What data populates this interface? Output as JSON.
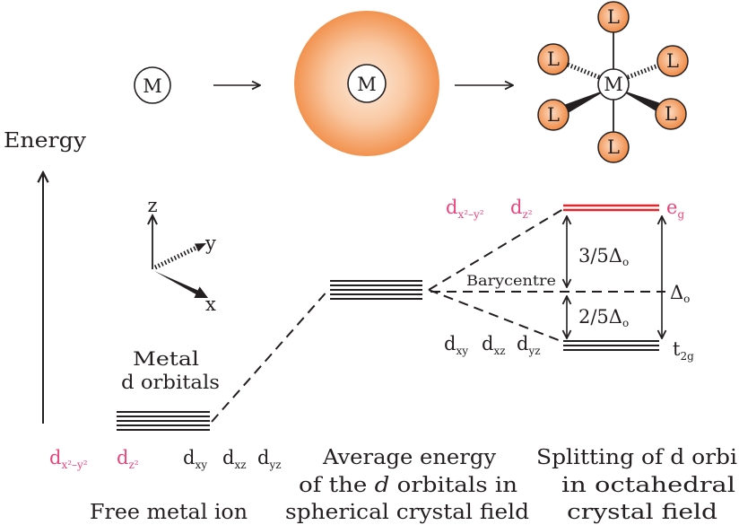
{
  "energy_axis": {
    "label": "Energy"
  },
  "axes": {
    "z": "z",
    "y": "y",
    "x": "x"
  },
  "free_metal_ion": {
    "metal_symbol": "M",
    "level_label": [
      "Metal",
      "d orbitals"
    ],
    "orbitals": [
      {
        "main": "d",
        "sub": "x²–y²"
      },
      {
        "main": "d",
        "sub": "z²"
      },
      {
        "main": "d",
        "sub": "xy"
      },
      {
        "main": "d",
        "sub": "xz"
      },
      {
        "main": "d",
        "sub": "yz"
      }
    ],
    "caption": "Free metal ion"
  },
  "spherical_field": {
    "metal_symbol": "M",
    "barycentre_label": "Barycentre",
    "caption": {
      "line1": "Average energy",
      "line2_pre": "of the ",
      "line2_em": "d",
      "line2_post": " orbitals in",
      "line3": "spherical crystal field"
    }
  },
  "octahedral_field": {
    "metal_symbol": "M",
    "ligands": [
      "L",
      "L",
      "L",
      "L",
      "L",
      "L"
    ],
    "eg_orbitals": [
      {
        "main": "d",
        "sub": "x²–y²"
      },
      {
        "main": "d",
        "sub": "z²"
      }
    ],
    "t2g_orbitals": [
      {
        "main": "d",
        "sub": "xy"
      },
      {
        "main": "d",
        "sub": "xz"
      },
      {
        "main": "d",
        "sub": "yz"
      }
    ],
    "eg_label": {
      "main": "e",
      "sub": "g"
    },
    "t2g_label": {
      "main": "t",
      "sub": "2g"
    },
    "splitting": {
      "eg_above_barycentre": {
        "main": "3/5Δ",
        "sub": "o"
      },
      "t2g_below_barycentre": {
        "main": "2/5Δ",
        "sub": "o"
      },
      "total": {
        "main": "Δ",
        "sub": "o"
      }
    },
    "caption": [
      "Splitting of d orbi",
      "in octahedral",
      "crystal field"
    ]
  },
  "colors": {
    "text": "#231f20",
    "eg_orbital_label": "#e8467c",
    "eg_levels": "#e3262b",
    "sphere_center": "#fdebdc",
    "sphere_edge": "#f2924f",
    "ligand_center": "#fcdcc3",
    "ligand_edge": "#f08a45"
  }
}
